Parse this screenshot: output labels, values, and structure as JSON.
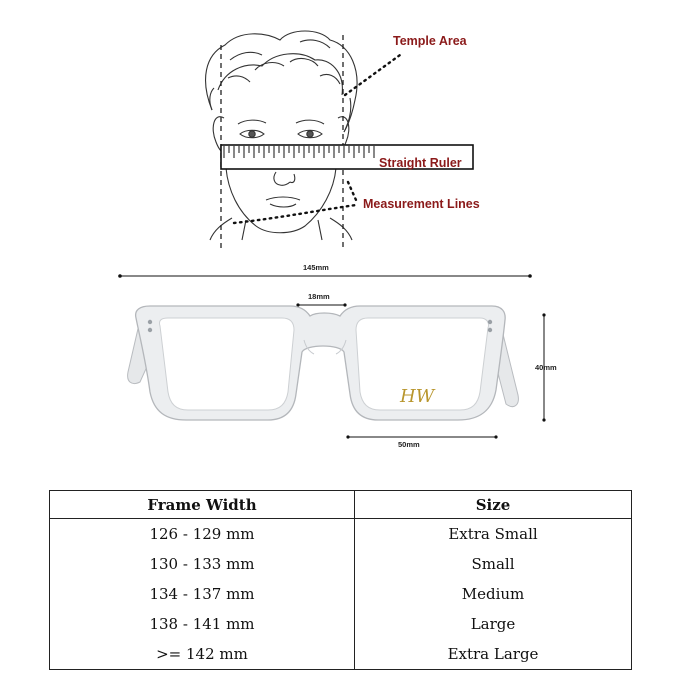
{
  "callouts": {
    "temple_area": "Temple Area",
    "straight_ruler": "Straight Ruler",
    "measurement_lines": "Measurement Lines"
  },
  "dimensions": {
    "frame_width": "145mm",
    "bridge": "18mm",
    "lens_height": "40mm",
    "lens_width": "50mm"
  },
  "brand_mark": "HW",
  "size_table": {
    "headers": [
      "Frame Width",
      "Size"
    ],
    "rows": [
      [
        "126 - 129 mm",
        "Extra Small"
      ],
      [
        "130 - 133 mm",
        "Small"
      ],
      [
        "134 - 137 mm",
        "Medium"
      ],
      [
        "138 - 141 mm",
        "Large"
      ],
      [
        ">= 142 mm",
        "Extra Large"
      ]
    ]
  }
}
